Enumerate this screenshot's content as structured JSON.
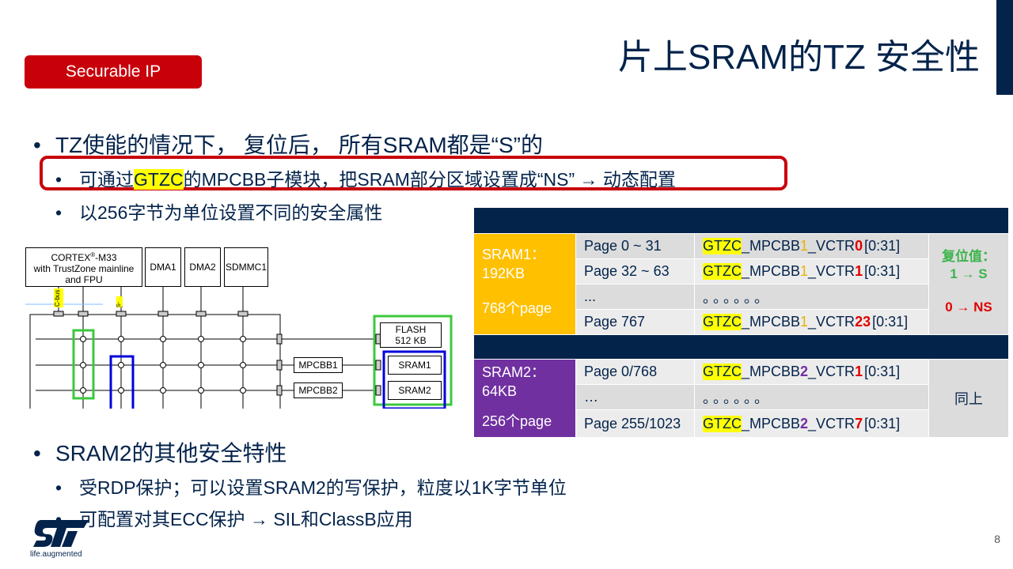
{
  "title": "片上SRAM的TZ 安全性",
  "badge": "Securable IP",
  "bullets": {
    "b1": "TZ使能的情况下， 复位后， 所有SRAM都是“S”的",
    "b1_1_pre": "可通过",
    "b1_1_hl": "GTZC",
    "b1_1_post": "的MPCBB子模块，把SRAM部分区域设置成“NS” → 动态配置",
    "b1_2": "以256字节为单位设置不同的安全属性",
    "b2": "SRAM2的其他安全特性",
    "b2_1": "受RDP保护；可以设置SRAM2的写保护，粒度以1K字节单位",
    "b2_2": "可配置对其ECC保护 → SIL和ClassB应用"
  },
  "table": {
    "sram1": {
      "name": "SRAM1：",
      "size": "192KB",
      "pages": "768个page"
    },
    "sram2": {
      "name": "SRAM2：",
      "size": "64KB",
      "pages": "256个page"
    },
    "rows1": [
      {
        "page": "Page 0 ~ 31",
        "reg_a": "_MPCBB",
        "reg_num": "1",
        "reg_b": "_VCTR",
        "idx": "0",
        "bits": "[0:31]"
      },
      {
        "page": "Page 32 ~ 63",
        "reg_a": "_MPCBB",
        "reg_num": "1",
        "reg_b": "_VCTR",
        "idx": "1",
        "bits": "[0:31]"
      },
      {
        "page": "...",
        "dots": "。。。。。。"
      },
      {
        "page": "Page 767",
        "reg_a": "_MPCBB",
        "reg_num": "1",
        "reg_b": "_VCTR",
        "idx": "23",
        "bits": "[0:31]"
      }
    ],
    "rows2": [
      {
        "page": "Page 0/768",
        "reg_a": "_MPCBB",
        "reg_num": "2",
        "reg_b": "_VCTR",
        "idx": "1",
        "bits": "[0:31]"
      },
      {
        "page": "…",
        "dots": "。。。。。。"
      },
      {
        "page": "Page 255/1023",
        "reg_a": "_MPCBB",
        "reg_num": "2",
        "reg_b": "_VCTR",
        "idx": "7",
        "bits": "[0:31]"
      }
    ],
    "gtzc": "GTZC",
    "reset_label": "复位值：",
    "reset_s": "1 → S",
    "reset_ns": "0 → NS",
    "same": "同上"
  },
  "diagram": {
    "cortex_l1": "CORTEX",
    "cortex_reg": "®",
    "cortex_l1b": "-M33",
    "cortex_l2": "with TrustZone mainline",
    "cortex_l3": "and FPU",
    "dma1": "DMA1",
    "dma2": "DMA2",
    "sdmmc1": "SDMMC1",
    "cbus": "C-bus",
    "sbus": "S-bus",
    "flash_l1": "FLASH",
    "flash_l2": "512 KB",
    "sram1": "SRAM1",
    "sram2": "SRAM2",
    "mpcbb1": "MPCBB1",
    "mpcbb2": "MPCBB2"
  },
  "page_number": "8",
  "logo_text": "life.augmented",
  "colors": {
    "navy": "#03234b",
    "red": "#c8000a",
    "yellow": "#ffc000",
    "purple": "#7030a0"
  }
}
